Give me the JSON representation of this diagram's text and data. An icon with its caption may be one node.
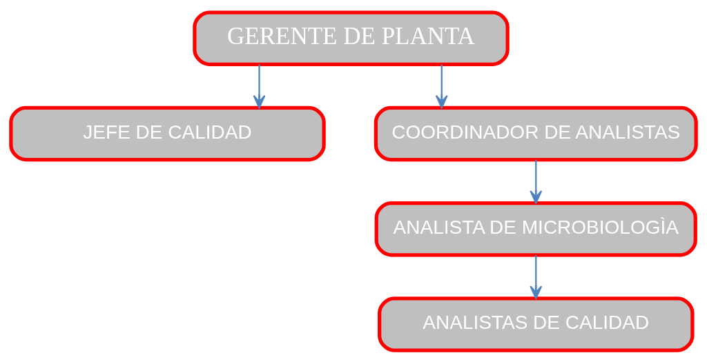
{
  "diagram": {
    "nodes": [
      {
        "text": [
          "GERENTE DE PLANTA"
        ]
      },
      {
        "text": [
          "JEFE DE CALIDAD"
        ]
      },
      {
        "text": [
          "COORDINADOR DE ANALISTAS"
        ]
      },
      {
        "text": [
          "ANALISTA DE MICROBIOLOGÌA"
        ]
      },
      {
        "text": [
          "ANALISTAS DE CALIDAD"
        ]
      }
    ],
    "edges": [
      {
        "from": 0,
        "to": 1,
        "arrow": "to"
      },
      {
        "from": 0,
        "to": 2,
        "arrow": "to"
      },
      {
        "from": 2,
        "to": 3,
        "arrow": "to"
      },
      {
        "from": 3,
        "to": 4,
        "arrow": "to"
      }
    ]
  }
}
